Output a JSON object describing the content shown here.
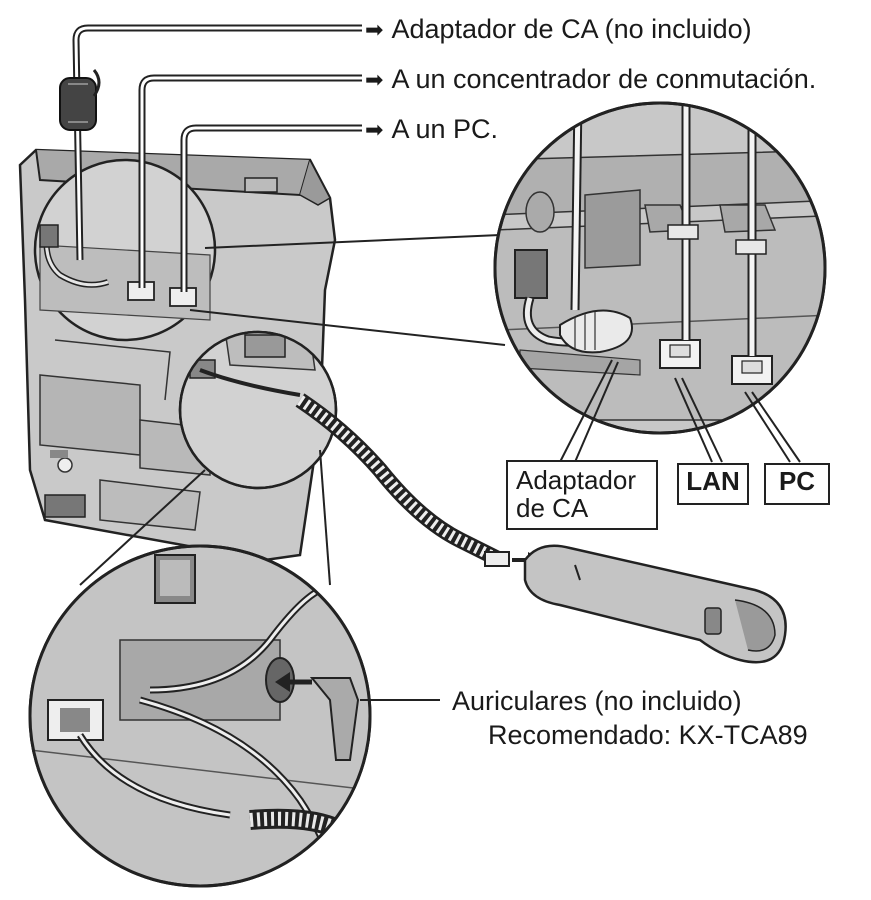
{
  "callouts_top": [
    {
      "arrow": "➡",
      "text": "Adaptador de CA (no incluido)"
    },
    {
      "arrow": "➡",
      "text": "A un concentrador de conmutación."
    },
    {
      "arrow": "➡",
      "text": "A un PC."
    }
  ],
  "port_labels": {
    "ac_line1": "Adaptador",
    "ac_line2": "de CA",
    "lan": "LAN",
    "pc": "PC"
  },
  "headset": {
    "line1": "Auriculares (no incluido)",
    "line2": "Recomendado: KX-TCA89"
  },
  "colors": {
    "line": "#222222",
    "body_fill": "#c8c8c8",
    "body_dark": "#8a8a8a",
    "paper": "#ffffff"
  }
}
